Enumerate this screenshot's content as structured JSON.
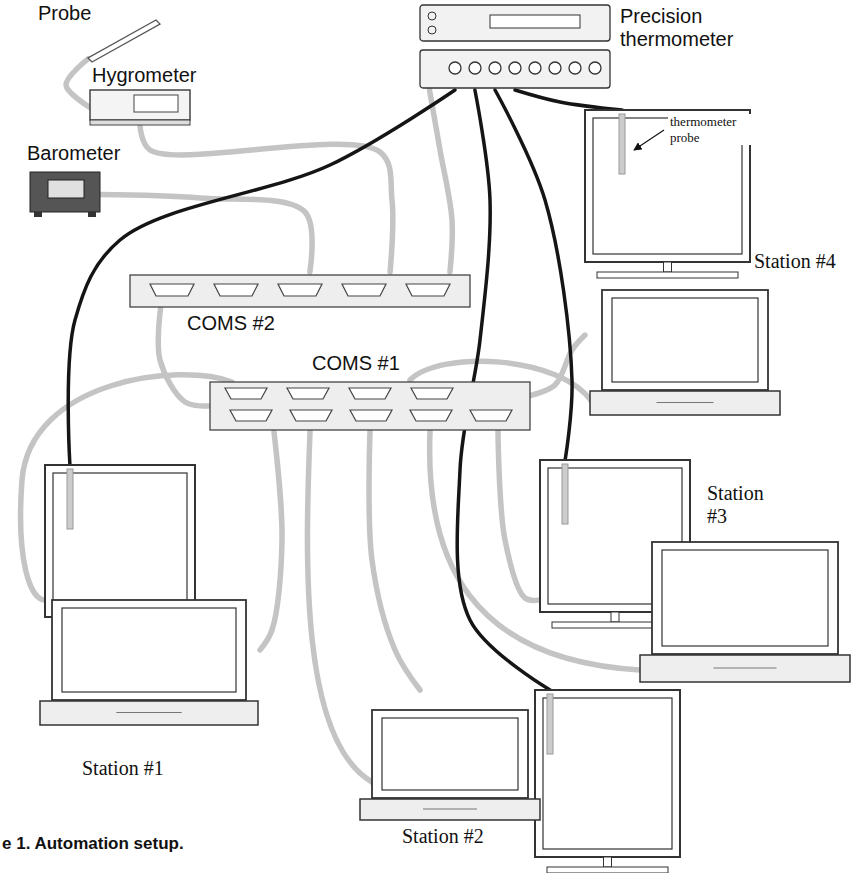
{
  "diagram": {
    "caption": "e 1. Automation setup.",
    "nodes": [
      {
        "text": [
          "Probe"
        ]
      },
      {
        "text": [
          "Hygrometer"
        ]
      },
      {
        "text": [
          "Barometer"
        ]
      },
      {
        "text": [
          "Precision thermometer"
        ]
      },
      {
        "text": [
          "COMS #2"
        ]
      },
      {
        "text": [
          "COMS #1"
        ]
      },
      {
        "text": [
          "Station #4"
        ]
      },
      {
        "text": [
          "Station #3"
        ]
      },
      {
        "text": [
          "Station #2"
        ]
      },
      {
        "text": [
          "Station #1"
        ]
      }
    ],
    "edges": [
      {
        "from": 0,
        "to": 1,
        "arrow": "none"
      },
      {
        "from": 1,
        "to": 4,
        "arrow": "none"
      },
      {
        "from": 2,
        "to": 4,
        "arrow": "none"
      },
      {
        "from": 3,
        "to": 4,
        "arrow": "none"
      },
      {
        "from": 4,
        "to": 5,
        "arrow": "none"
      },
      {
        "from": 5,
        "to": 6,
        "arrow": "none"
      },
      {
        "from": 5,
        "to": 7,
        "arrow": "none"
      },
      {
        "from": 5,
        "to": 8,
        "arrow": "none"
      },
      {
        "from": 5,
        "to": 9,
        "arrow": "none"
      },
      {
        "from": 3,
        "to": 9,
        "arrow": "none"
      },
      {
        "from": 3,
        "to": 8,
        "arrow": "none"
      },
      {
        "from": 3,
        "to": 7,
        "arrow": "none"
      },
      {
        "from": 3,
        "to": 6,
        "arrow": "none"
      }
    ],
    "labels": [
      "thermometer probe"
    ]
  }
}
